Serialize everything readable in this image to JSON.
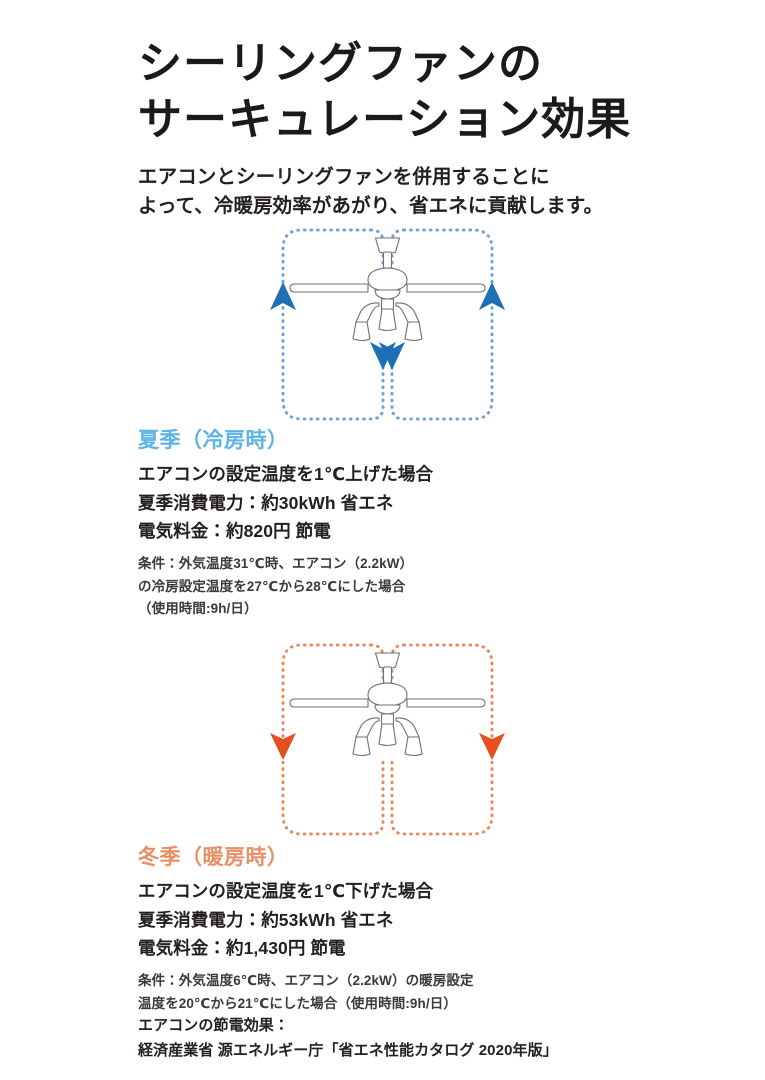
{
  "header": {
    "title_line1": "シーリングファンの",
    "title_line2": "サーキュレーション効果",
    "subtitle_line1": "エアコンとシーリングファンを併用することに",
    "subtitle_line2": "よって、冷暖房効率があがり、省エネに貢献します。"
  },
  "summer": {
    "heading": "夏季（冷房時）",
    "line1": "エアコンの設定温度を1℃上げた場合",
    "line2": "夏季消費電力：約30kWh 省エネ",
    "line3": "電気料金：約820円 節電",
    "note1": "条件：外気温度31℃時、エアコン（2.2kW）",
    "note2": "の冷房設定温度を27℃から28℃にした場合",
    "note3": "（使用時間:9h/日）",
    "accent_color": "#5cb3e4",
    "arrow_color": "#1f6fb5",
    "path_color": "#6ba3d6",
    "airflow": "up-at-walls-down-at-center"
  },
  "winter": {
    "heading": "冬季（暖房時）",
    "line1": "エアコンの設定温度を1℃下げた場合",
    "line2": "夏季消費電力：約53kWh 省エネ",
    "line3": "電気料金：約1,430円 節電",
    "note1": "条件：外気温度6℃時、エアコン（2.2kW）の暖房設定",
    "note2": "温度を20℃から21℃にした場合（使用時間:9h/日）",
    "accent_color": "#e79065",
    "arrow_color": "#e5511e",
    "path_color": "#e58a5e",
    "airflow": "down-at-walls-up-at-center"
  },
  "footer": {
    "line1": "エアコンの節電効果：",
    "line2": "経済産業省 源エネルギー庁「省エネ性能カタログ 2020年版」"
  },
  "icons": {
    "fan": "ceiling-fan-icon",
    "arrow_up": "arrow-up-icon",
    "arrow_down": "arrow-down-icon",
    "airflow_path": "airflow-path-icon"
  }
}
